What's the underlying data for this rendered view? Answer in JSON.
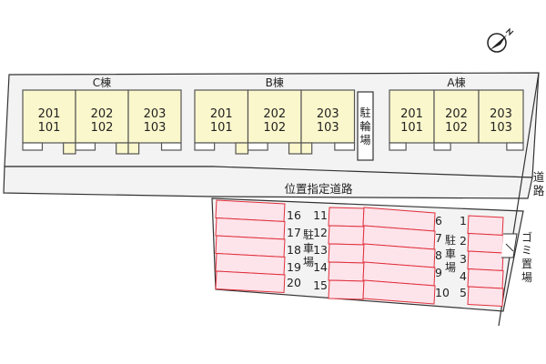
{
  "buildings": [
    {
      "name": "C棟",
      "units": [
        [
          "201",
          "101"
        ],
        [
          "202",
          "102"
        ],
        [
          "203",
          "103"
        ]
      ]
    },
    {
      "name": "B棟",
      "units": [
        [
          "201",
          "101"
        ],
        [
          "202",
          "102"
        ],
        [
          "203",
          "103"
        ]
      ]
    },
    {
      "name": "A棟",
      "units": [
        [
          "201",
          "101"
        ],
        [
          "202",
          "102"
        ],
        [
          "203",
          "103"
        ]
      ]
    }
  ],
  "bicycle_parking": [
    "駐",
    "輪",
    "場"
  ],
  "road_designated": "位置指定道路",
  "road": [
    "道",
    "路"
  ],
  "parking_label": [
    "駐",
    "車",
    "場"
  ],
  "garbage": [
    "ゴ",
    "ミ",
    "置",
    "場"
  ],
  "parking": {
    "left_block": [
      "16",
      "17",
      "18",
      "19",
      "20"
    ],
    "mid_block_left": [
      "11",
      "12",
      "13",
      "14",
      "15"
    ],
    "mid_block_right": [
      "6",
      "7",
      "8",
      "9",
      "10"
    ],
    "right_block": [
      "1",
      "2",
      "3",
      "4",
      "5"
    ]
  },
  "colors": {
    "unit": "#fbf7cc",
    "parking_fill": "#fde3ea",
    "parking_line": "#e0303c",
    "ground": "#f2f2f2"
  }
}
